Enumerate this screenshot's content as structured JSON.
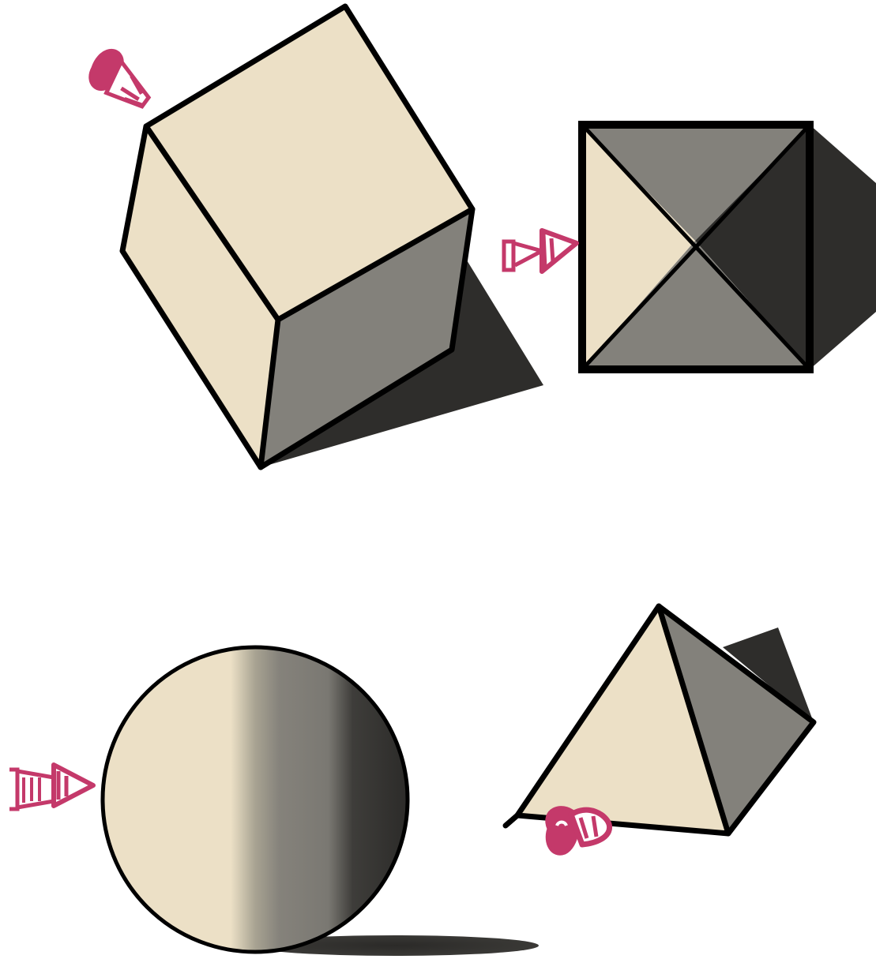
{
  "illustration": {
    "colors": {
      "light": "#ece0c6",
      "mid": "#83817b",
      "dark": "#2e2d2b",
      "outline": "#000000",
      "light_source": "#c4396a",
      "background": "#ffffff"
    },
    "figures": [
      {
        "shape": "cube",
        "view": "oblique",
        "light_icon": "spotlight-icon"
      },
      {
        "shape": "square-pyramid",
        "view": "top-down",
        "light_icon": "spotlight-icon"
      },
      {
        "shape": "sphere",
        "view": "side",
        "light_icon": "spotlight-icon"
      },
      {
        "shape": "square-pyramid",
        "view": "oblique",
        "light_icon": "spotlight-icon"
      }
    ]
  }
}
